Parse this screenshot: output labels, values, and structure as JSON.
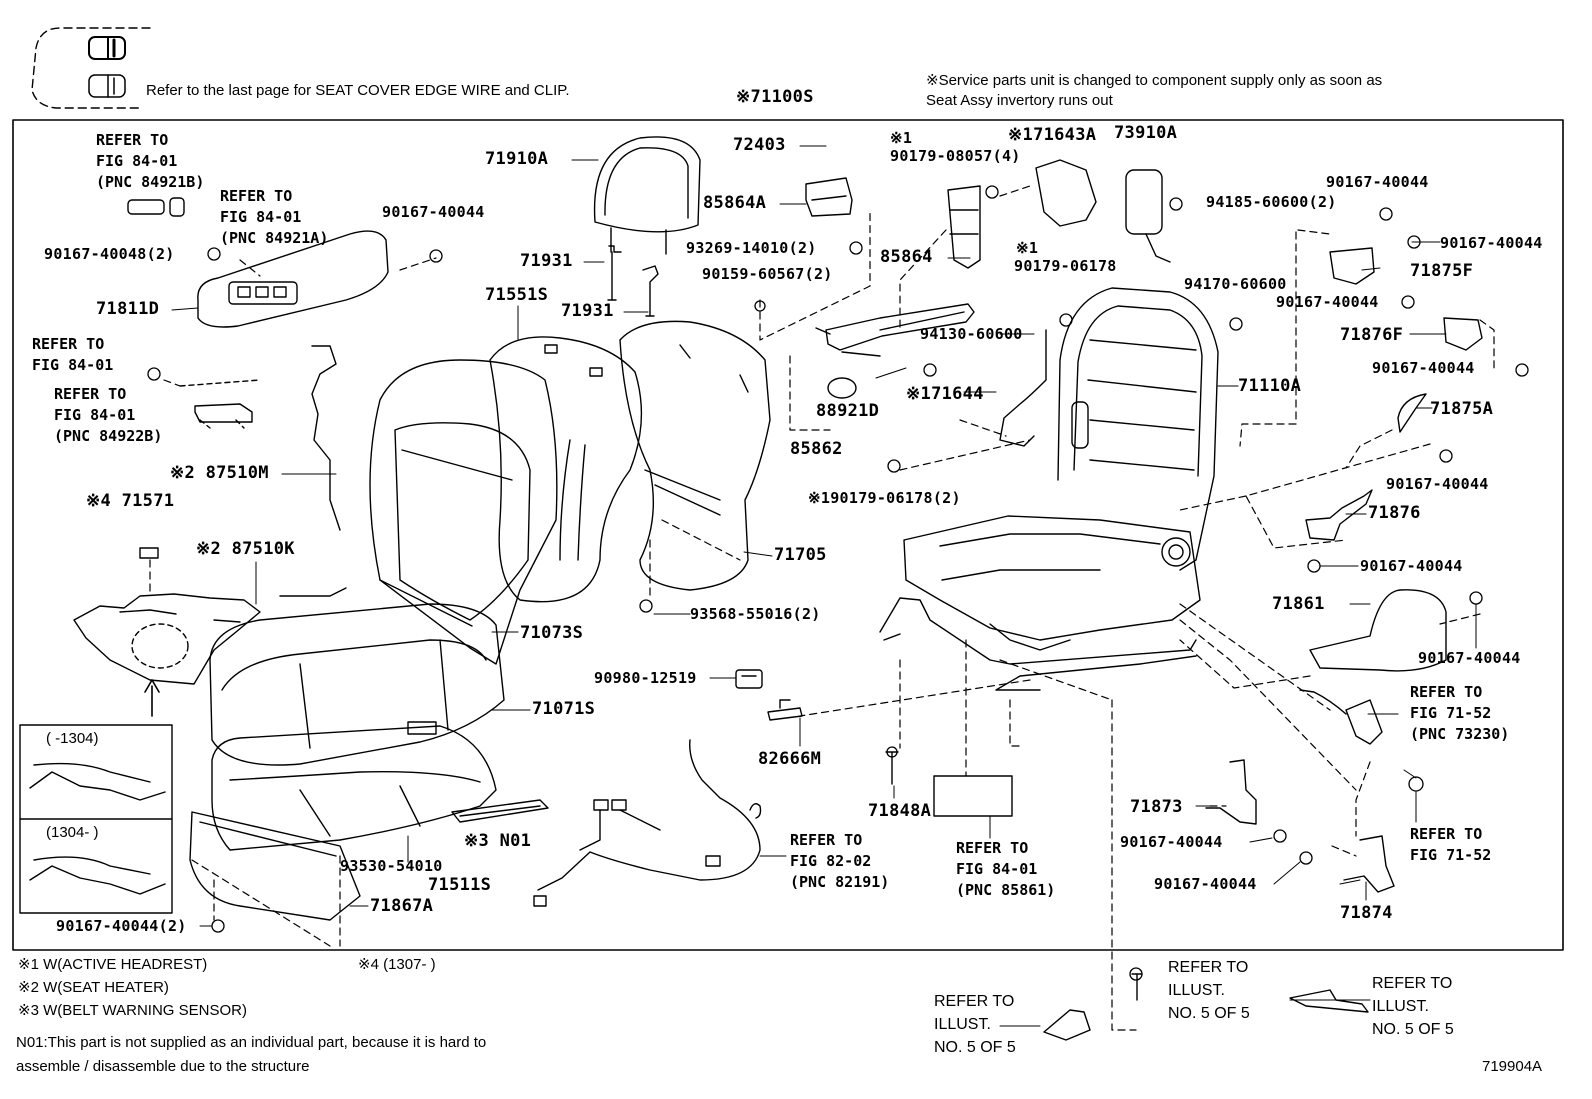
{
  "header": {
    "seat_cover_note": "Refer to the last page for SEAT COVER EDGE WIRE and CLIP.",
    "service_note_line1": "※Service parts unit is changed to component supply only as soon as",
    "service_note_line2": "Seat Assy invertory runs out",
    "assembly_code": "※71100S"
  },
  "parts": {
    "p71910A": "71910A",
    "p72403": "72403",
    "p85864A": "85864A",
    "p93269": "93269-14010(2)",
    "p90159": "90159-60567(2)",
    "p71931a": "71931",
    "p71931b": "71931",
    "p71551S": "71551S",
    "p90179_08057_mark": "※1",
    "p90179_08057": "90179-08057(4)",
    "p71643A": "※171643A",
    "p73910A": "73910A",
    "p85864": "85864",
    "p90179_06178_mark": "※1",
    "p90179_06178": "90179-06178",
    "p94185": "94185-60600(2)",
    "p90167_tr1": "90167-40044",
    "p90167_tr2": "90167-40044",
    "p71875F": "71875F",
    "p94170": "94170-60600",
    "p90167_tr3": "90167-40044",
    "p71876F": "71876F",
    "p90167_tr4": "90167-40044",
    "p71875A": "71875A",
    "p94130": "94130-60600",
    "p71644": "※171644",
    "p71110A": "71110A",
    "p88921D": "88921D",
    "p85862": "85862",
    "p90179_06178_2": "※190179-06178(2)",
    "p90167_r5": "90167-40044",
    "p71876": "71876",
    "p90167_r6": "90167-40044",
    "p71861": "71861",
    "p90167_r7": "90167-40044",
    "p71811D": "71811D",
    "p90167_48": "90167-40048(2)",
    "p90167_tl": "90167-40044",
    "p87510M": "※2 87510M",
    "p71571": "※4 71571",
    "p87510K": "※2 87510K",
    "p71705": "71705",
    "p93568": "93568-55016(2)",
    "p71073S": "71073S",
    "p90980": "90980-12519",
    "p71071S": "71071S",
    "p82666M": "82666M",
    "p71848A": "71848A",
    "p71873": "71873",
    "p90167_bl1": "90167-40044",
    "p90167_bl2": "90167-40044",
    "p71874": "71874",
    "p93530": "93530-54010",
    "p71511S": "71511S",
    "pN01": "※3 N01",
    "p71867A": "71867A",
    "p90167_bot": "90167-40044(2)"
  },
  "refers": {
    "fig84_01_b": [
      "REFER TO",
      "FIG 84-01",
      "(PNC 84921B)"
    ],
    "fig84_01_a": [
      "REFER TO",
      "FIG 84-01",
      "(PNC 84921A)"
    ],
    "fig84_01_plain": [
      "REFER TO",
      "FIG 84-01"
    ],
    "fig84_01_22b": [
      "REFER TO",
      "FIG 84-01",
      "(PNC 84922B)"
    ],
    "fig82_02": [
      "REFER TO",
      "FIG 82-02",
      "(PNC 82191)"
    ],
    "fig84_01_861": [
      "REFER TO",
      "FIG 84-01",
      "(PNC 85861)"
    ],
    "fig71_52_a": [
      "REFER TO",
      "FIG 71-52",
      "(PNC 73230)"
    ],
    "fig71_52_b": [
      "REFER TO",
      "FIG 71-52"
    ],
    "illust_a": [
      "REFER TO",
      "ILLUST.",
      "NO. 5 OF 5"
    ],
    "illust_b": [
      "REFER TO",
      "ILLUST.",
      "NO. 5 OF 5"
    ],
    "illust_c": [
      "REFER TO",
      "ILLUST.",
      "NO. 5 OF 5"
    ]
  },
  "inset": {
    "top_label": "(        -1304)",
    "bottom_label": "(1304-        )"
  },
  "legend": {
    "n1": "※1 W(ACTIVE HEADREST)",
    "n2": "※2 W(SEAT HEATER)",
    "n3": "※3 W(BELT WARNING SENSOR)",
    "n4": "※4 (1307-        )",
    "n01_line1": "N01:This part is not supplied as an individual part, because it is hard to",
    "n01_line2": "   assemble / disassemble due to the structure"
  },
  "figure_id": "719904A"
}
